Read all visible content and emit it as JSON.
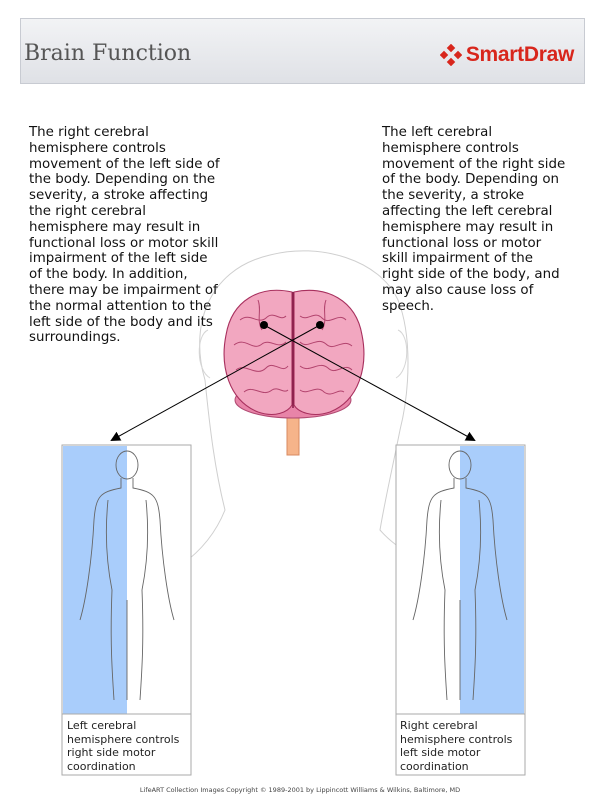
{
  "header": {
    "title": "Brain Function",
    "logo_text": "SmartDraw",
    "logo_icon": "smartdraw-diamond-icon",
    "logo_color": "#d8261c"
  },
  "left_text": "The right cerebral hemisphere controls movement of the left side of the body. Depending on the severity, a stroke affecting the right cerebral hemisphere may result in functional loss or motor skill impairment of the left side of the body. In addition, there may be impairment of the normal attention to the left side of the body and its surroundings.",
  "right_text": "The left cerebral hemisphere controls movement of the right side of the body. Depending on the severity, a stroke affecting the left cerebral hemisphere may result in functional loss or motor skill impairment of the right side of the body, and may also cause loss of speech.",
  "captions": {
    "left": "Left cerebral hemisphere controls right side motor coordination",
    "right": "Right cerebral hemisphere controls left side motor coordination"
  },
  "colors": {
    "highlight": "#a9cdfb",
    "brain": "#f2a7c0",
    "brain_vessels": "#a8305e"
  },
  "footer": {
    "copyright": "LifeART Collection Images Copyright © 1989-2001 by Lippincott Williams & Wilkins, Baltimore, MD"
  }
}
